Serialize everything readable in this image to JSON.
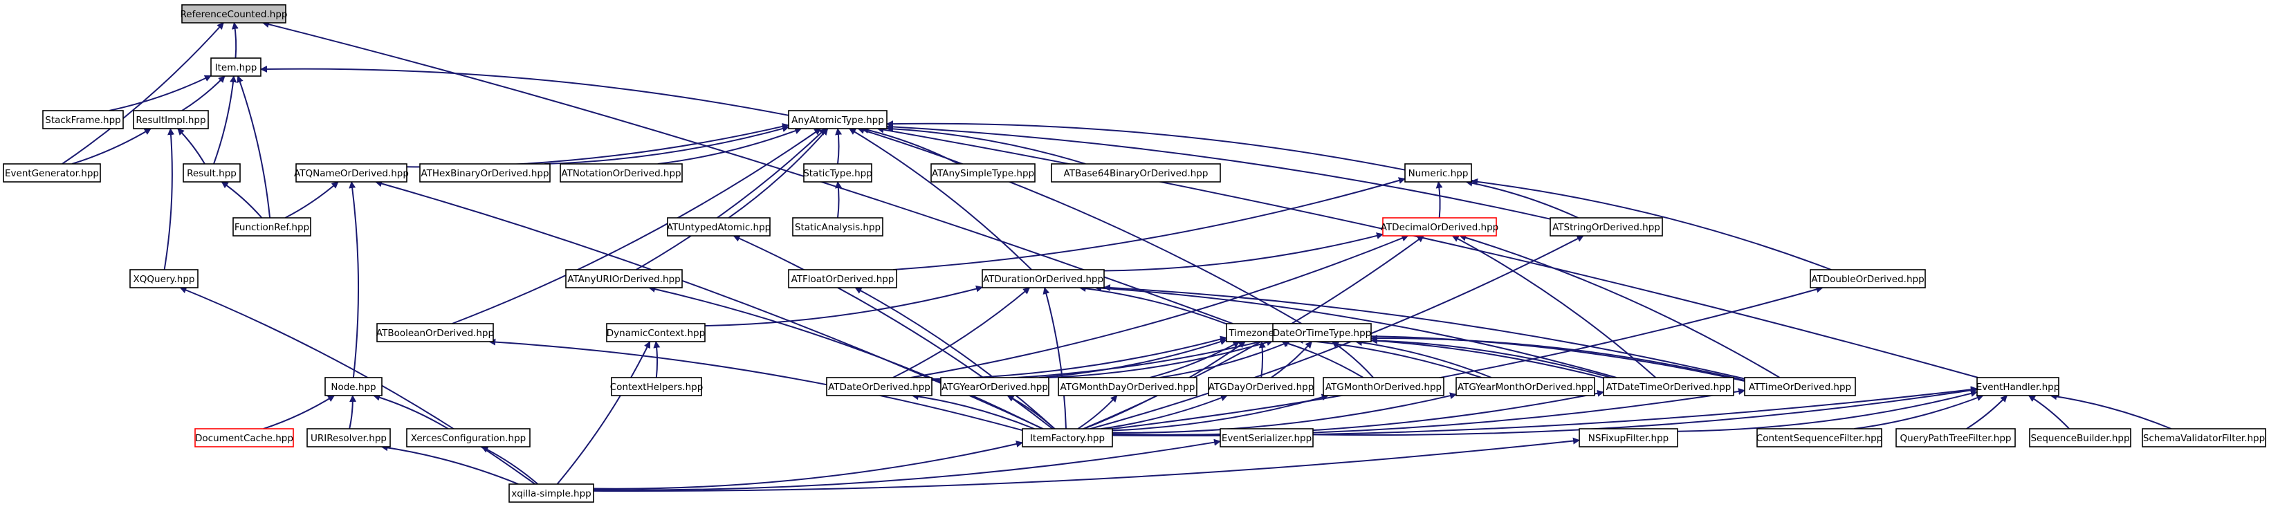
{
  "graph": {
    "edge_color": "#191970",
    "highlight_color": "#ff0000",
    "root_fill": "#bfbfbf",
    "nodes": [
      {
        "id": "refcounted",
        "label": "ReferenceCounted.hpp",
        "style": "root"
      },
      {
        "id": "item",
        "label": "Item.hpp"
      },
      {
        "id": "stackframe",
        "label": "StackFrame.hpp"
      },
      {
        "id": "resultimpl",
        "label": "ResultImpl.hpp"
      },
      {
        "id": "eventgen",
        "label": "EventGenerator.hpp"
      },
      {
        "id": "result",
        "label": "Result.hpp"
      },
      {
        "id": "functionref",
        "label": "FunctionRef.hpp"
      },
      {
        "id": "xqquery",
        "label": "XQQuery.hpp"
      },
      {
        "id": "anyatomic",
        "label": "AnyAtomicType.hpp"
      },
      {
        "id": "atqname",
        "label": "ATQNameOrDerived.hpp"
      },
      {
        "id": "athexbin",
        "label": "ATHexBinaryOrDerived.hpp"
      },
      {
        "id": "atnotation",
        "label": "ATNotationOrDerived.hpp"
      },
      {
        "id": "statictype",
        "label": "StaticType.hpp"
      },
      {
        "id": "atanysimple",
        "label": "ATAnySimpleType.hpp"
      },
      {
        "id": "atbase64",
        "label": "ATBase64BinaryOrDerived.hpp"
      },
      {
        "id": "numeric",
        "label": "Numeric.hpp"
      },
      {
        "id": "atuntyped",
        "label": "ATUntypedAtomic.hpp"
      },
      {
        "id": "staticanalysis",
        "label": "StaticAnalysis.hpp"
      },
      {
        "id": "atdecimal",
        "label": "ATDecimalOrDerived.hpp",
        "style": "red"
      },
      {
        "id": "atstring",
        "label": "ATStringOrDerived.hpp"
      },
      {
        "id": "atanyuri",
        "label": "ATAnyURIOrDerived.hpp"
      },
      {
        "id": "atfloat",
        "label": "ATFloatOrDerived.hpp"
      },
      {
        "id": "atduration",
        "label": "ATDurationOrDerived.hpp"
      },
      {
        "id": "atdouble",
        "label": "ATDoubleOrDerived.hpp"
      },
      {
        "id": "atboolean",
        "label": "ATBooleanOrDerived.hpp"
      },
      {
        "id": "dyncontext",
        "label": "DynamicContext.hpp"
      },
      {
        "id": "timezone",
        "label": "Timezone.hpp"
      },
      {
        "id": "dateortime",
        "label": "DateOrTimeType.hpp"
      },
      {
        "id": "node",
        "label": "Node.hpp"
      },
      {
        "id": "contexthelpers",
        "label": "ContextHelpers.hpp"
      },
      {
        "id": "atdate",
        "label": "ATDateOrDerived.hpp"
      },
      {
        "id": "atgyear",
        "label": "ATGYearOrDerived.hpp"
      },
      {
        "id": "atgmonthday",
        "label": "ATGMonthDayOrDerived.hpp"
      },
      {
        "id": "atgday",
        "label": "ATGDayOrDerived.hpp"
      },
      {
        "id": "atgmonth",
        "label": "ATGMonthOrDerived.hpp"
      },
      {
        "id": "atgyearmonth",
        "label": "ATGYearMonthOrDerived.hpp"
      },
      {
        "id": "atdatetime",
        "label": "ATDateTimeOrDerived.hpp"
      },
      {
        "id": "attime",
        "label": "ATTimeOrDerived.hpp"
      },
      {
        "id": "eventhandler",
        "label": "EventHandler.hpp"
      },
      {
        "id": "doccache",
        "label": "DocumentCache.hpp",
        "style": "red"
      },
      {
        "id": "uriresolver",
        "label": "URIResolver.hpp"
      },
      {
        "id": "xercesconfig",
        "label": "XercesConfiguration.hpp"
      },
      {
        "id": "itemfactory",
        "label": "ItemFactory.hpp"
      },
      {
        "id": "eventserializer",
        "label": "EventSerializer.hpp"
      },
      {
        "id": "nsfixup",
        "label": "NSFixupFilter.hpp"
      },
      {
        "id": "contentseq",
        "label": "ContentSequenceFilter.hpp"
      },
      {
        "id": "querypathtree",
        "label": "QueryPathTreeFilter.hpp"
      },
      {
        "id": "seqbuilder",
        "label": "SequenceBuilder.hpp"
      },
      {
        "id": "schemavalidator",
        "label": "SchemaValidatorFilter.hpp"
      },
      {
        "id": "xqillasimple",
        "label": "xqilla-simple.hpp"
      }
    ]
  }
}
